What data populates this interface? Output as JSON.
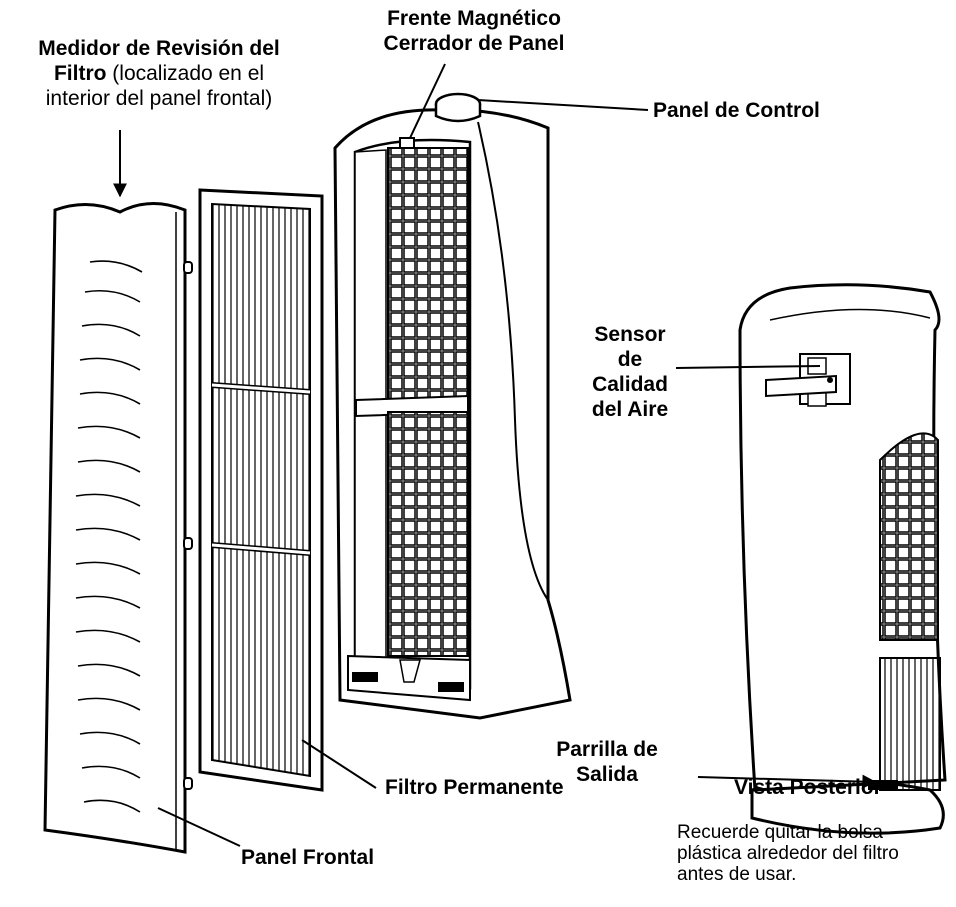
{
  "labels": {
    "filter_gauge_bold_1": "Medidor de Revisión del",
    "filter_gauge_bold_2": "Filtro",
    "filter_gauge_rest_2": " (localizado en el",
    "filter_gauge_line_3": "interior del panel frontal)",
    "magnetic_closer_1": "Frente Magnético",
    "magnetic_closer_2": "Cerrador de Panel",
    "control_panel": "Panel de Control",
    "air_sensor_1": "Sensor",
    "air_sensor_2": "de",
    "air_sensor_3": "Calidad",
    "air_sensor_4": "del Aire",
    "outlet_grille_1": "Parrilla de",
    "outlet_grille_2": "Salida",
    "permanent_filter": "Filtro Permanente",
    "rear_view": "Vista Posterior",
    "front_panel": "Panel Frontal"
  },
  "note": {
    "line_1": "Recuerde quitar la bolsa",
    "line_2": "plástica alrededor del filtro",
    "line_3": "antes de usar."
  }
}
